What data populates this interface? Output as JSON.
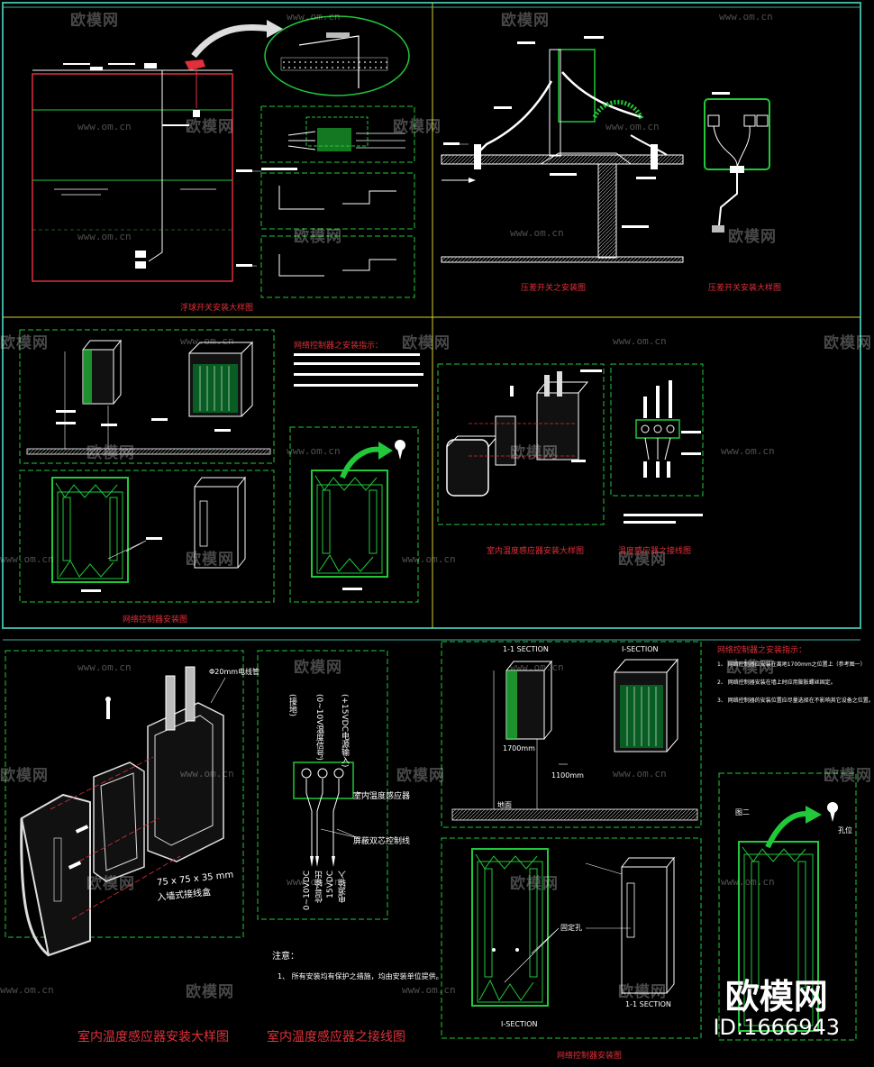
{
  "watermark": {
    "brand": "欧模网",
    "url": "www.om.cn"
  },
  "brand_mark": {
    "logo": "欧模网",
    "id": "ID:1666943"
  },
  "panels": {
    "p1": {
      "caption": "浮球开关安装大样图"
    },
    "p2": {
      "caption_left": "压差开关之安装图",
      "caption_right": "压差开关安装大样图"
    },
    "p3": {
      "notes_title": "网络控制器之安装指示：",
      "caption": "网络控制器安装图"
    },
    "p4": {
      "caption_left": "室内温度感应器安装大样图",
      "caption_right": "温度感应器之接线图"
    },
    "p5": {
      "top_note": "Φ20mm电线管",
      "box_label": "75 x 75 x 35 mm",
      "box_label2": "入墙式接线盒",
      "caption": "室内温度感应器安装大样图"
    },
    "p6": {
      "labels": [
        "(接地)",
        "(0~10V温度信号)",
        "(+15VDC电源输入)"
      ],
      "sensor_label": "室内温度感应器",
      "cable_label": "屏蔽双芯控制线",
      "bottom_labels": [
        "0~10VDC",
        "信号输出",
        "15VDC",
        "电源输入"
      ],
      "notes_title": "注意：",
      "note1": "1、 所有安装均有保护之措施，均由安装单位提供。",
      "caption": "室内温度感应器之接线图"
    },
    "p7": {
      "top_left": "1-1 SECTION",
      "top_right": "I-SECTION",
      "dim1": "1700mm",
      "dim2": "1100mm",
      "floor": "地面",
      "hole_label": "固定孔",
      "bottom_left": "I-SECTION",
      "bottom_right": "1-1 SECTION",
      "caption": "网络控制器安装图"
    },
    "p8": {
      "notes_title": "网络控制器之安装指示：",
      "note1": "1、 网络控制器应安装在离地1700mm之位置上（参考图一）",
      "note2": "2、 网络控制器安装在墙上时应用膨胀螺丝固定。",
      "note3": "3、 网络控制器的安装位置应尽量选择在不影响其它设备之位置。",
      "label_a": "图二",
      "label_b": "孔位"
    }
  },
  "colors": {
    "green": "#21c83a",
    "red": "#e0303a",
    "yellow": "#d8d030",
    "white": "#ffffff",
    "teal": "#3fb0a0"
  }
}
